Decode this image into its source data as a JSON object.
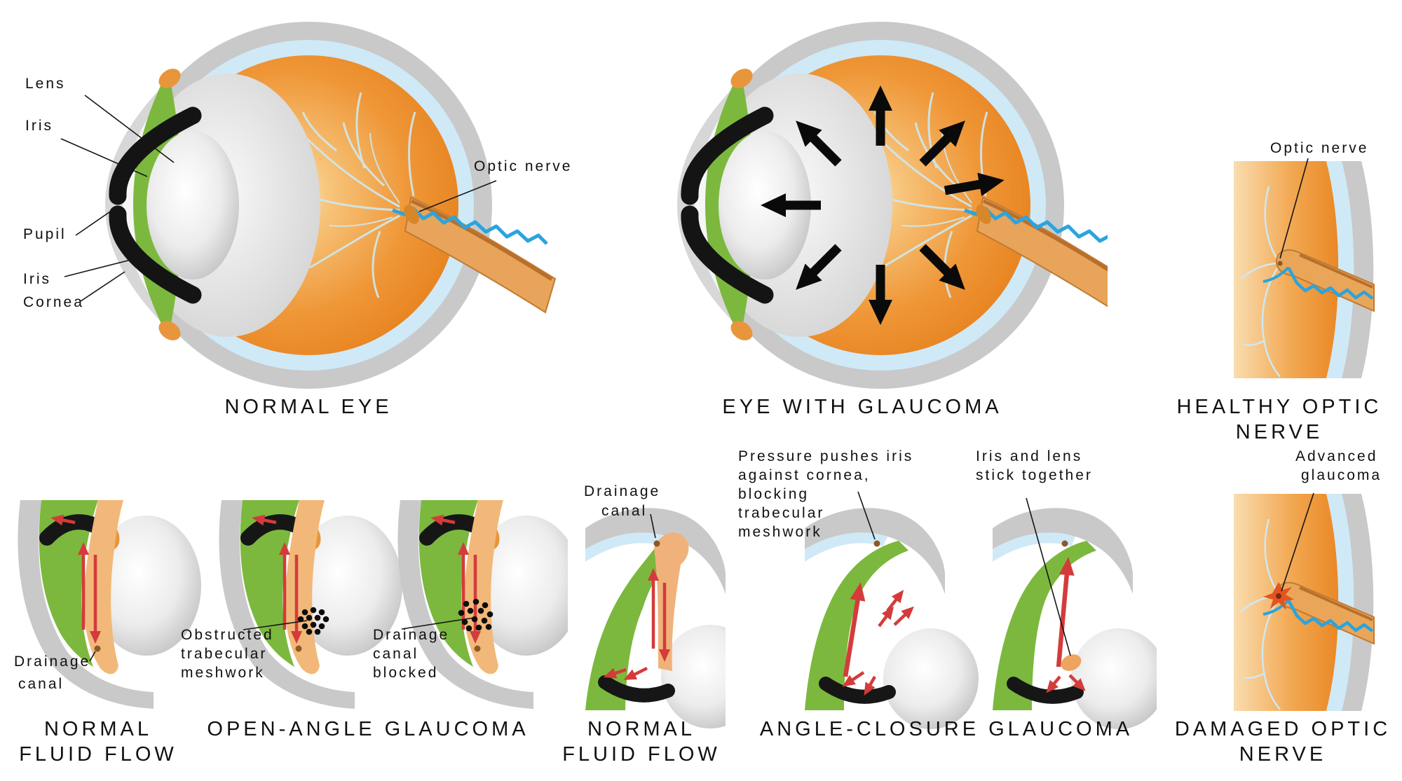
{
  "colors": {
    "eye_orange": "#ee9335",
    "iris_green": "#7cb83d",
    "sclera_gray": "#c9c9c9",
    "retina_blue": "#cfe9f7",
    "flow_arrow_red": "#d43b3b",
    "vessel_blue": "#2aa4de",
    "pressure_arrow_black": "#0a0a0a",
    "canal_dot_brown": "#8a5a2a"
  },
  "panels": {
    "normal_eye": {
      "title": "NORMAL EYE",
      "labels": {
        "lens": "Lens",
        "iris_top": "Iris",
        "pupil": "Pupil",
        "iris_bottom": "Iris",
        "cornea": "Cornea",
        "optic_nerve": "Optic nerve"
      }
    },
    "glaucoma_eye": {
      "title": "EYE WITH GLAUCOMA"
    },
    "healthy_optic_nerve": {
      "title": [
        "HEALTHY OPTIC",
        "NERVE"
      ],
      "label_optic_nerve": "Optic nerve"
    },
    "normal_fluid_flow_left": {
      "title": [
        "NORMAL",
        "FLUID FLOW"
      ],
      "label_drainage_canal": [
        "Drainage",
        "canal"
      ]
    },
    "open_angle_glaucoma": {
      "title": "OPEN-ANGLE GLAUCOMA",
      "label_obstructed": [
        "Obstructed",
        "trabecular",
        "meshwork"
      ],
      "label_blocked": [
        "Drainage",
        "canal",
        "blocked"
      ]
    },
    "normal_fluid_flow_center": {
      "title": [
        "NORMAL",
        "FLUID FLOW"
      ],
      "label_drainage_canal": [
        "Drainage",
        "canal"
      ]
    },
    "angle_closure_glaucoma": {
      "title": "ANGLE-CLOSURE GLAUCOMA",
      "label_pressure": [
        "Pressure pushes iris",
        "against cornea,",
        "blocking",
        "trabecular",
        "meshwork"
      ],
      "label_stick": [
        "Iris and lens",
        "stick together"
      ]
    },
    "damaged_optic_nerve": {
      "title": [
        "DAMAGED OPTIC",
        "NERVE"
      ],
      "label_advanced_glaucoma": [
        "Advanced",
        "glaucoma"
      ]
    }
  }
}
